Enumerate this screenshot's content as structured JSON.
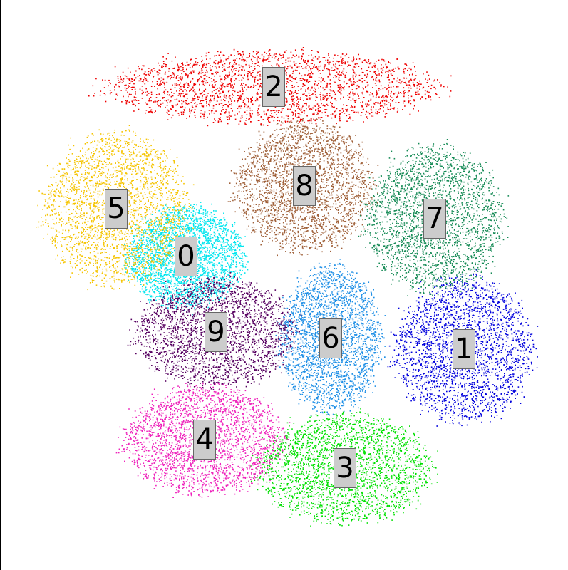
{
  "chart_data": {
    "type": "scatter",
    "title": "",
    "xlabel": "",
    "ylabel": "",
    "grid": false,
    "legend": "none",
    "clusters": [
      {
        "label": "0",
        "color": "#00e5ee",
        "center": [
          260,
          360
        ],
        "spread": [
          80,
          70
        ]
      },
      {
        "label": "1",
        "color": "#0000dd",
        "center": [
          650,
          490
        ],
        "spread": [
          95,
          100
        ]
      },
      {
        "label": "2",
        "color": "#ee0000",
        "center": [
          383,
          122
        ],
        "spread": [
          230,
          50
        ]
      },
      {
        "label": "3",
        "color": "#00e000",
        "center": [
          483,
          657
        ],
        "spread": [
          120,
          75
        ]
      },
      {
        "label": "4",
        "color": "#ee22bb",
        "center": [
          286,
          617
        ],
        "spread": [
          110,
          75
        ]
      },
      {
        "label": "5",
        "color": "#f5c400",
        "center": [
          162,
          293
        ],
        "spread": [
          100,
          105
        ]
      },
      {
        "label": "6",
        "color": "#1e8fe6",
        "center": [
          463,
          475
        ],
        "spread": [
          70,
          100
        ]
      },
      {
        "label": "7",
        "color": "#158a55",
        "center": [
          609,
          307
        ],
        "spread": [
          95,
          100
        ]
      },
      {
        "label": "8",
        "color": "#a0613a",
        "center": [
          426,
          261
        ],
        "spread": [
          95,
          90
        ]
      },
      {
        "label": "9",
        "color": "#560060",
        "center": [
          302,
          466
        ],
        "spread": [
          110,
          75
        ]
      }
    ]
  }
}
